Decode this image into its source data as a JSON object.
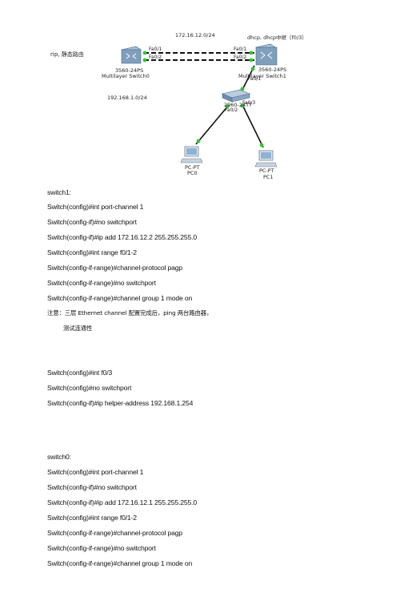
{
  "diagram": {
    "note": "rip, 静态路由",
    "network_top": "172.16.12.0/24",
    "network_left": "192.168.1.0/24",
    "dhcp_note": "dhcp, dhcp中继（f0/3）",
    "switch0": {
      "model": "3560-24PS",
      "role": "Multilayer Switch0",
      "port1": "Fa0/1",
      "port2": "Fa0/2"
    },
    "switch1": {
      "model": "3560-24PS",
      "role": "Multilayer Switch1",
      "port1": "Fa0/1",
      "port2": "Fa0/2",
      "port3": "Fa0/3"
    },
    "switch2960": {
      "model": "2960-24TT",
      "port_up": "Fa0/1",
      "port_pc0": "Fa0/2",
      "port_pc1": "Fa0/3"
    },
    "pc0": {
      "model": "PC-PT",
      "name": "PC0"
    },
    "pc1": {
      "model": "PC-PT",
      "name": "PC1"
    }
  },
  "doc": {
    "s1_title": "switch1:",
    "s1_lines": [
      "Switch(config)#int port-channel 1",
      "Switch(config-if)#no switchport",
      "Switch(config-if)#ip add 172.16.12.2 255.255.255.0",
      "Switch(config)#int range f0/1-2",
      "Switch(config-if-range)#channel-protocol pagp",
      "Switch(config-if-range)#no switchport",
      "Switch(config-if-range)#channel group 1 mode on"
    ],
    "note_line1": "注意：三层 Ethernet channel 配置完成后，ping 两台路由器，",
    "note_line2": "测试连通性",
    "f03_lines": [
      "Switch(config)#int f0/3",
      "Switch(config)#no switchport",
      "Switch(config-if)#ip helper-address 192.168.1.254"
    ],
    "s0_title": "switch0:",
    "s0_lines": [
      "Switch(config)#int port-channel 1",
      "Switch(config-if)#no switchport",
      "Switch(config-if)#ip add 172.16.12.1 255.255.255.0",
      "Switch(config)#int range f0/1-2",
      "Switch(config-if-range)#channel-protocol pagp",
      "Switch(config-if-range)#no switchport",
      "Switch(config-if-range)#channel group 1 mode on"
    ]
  }
}
